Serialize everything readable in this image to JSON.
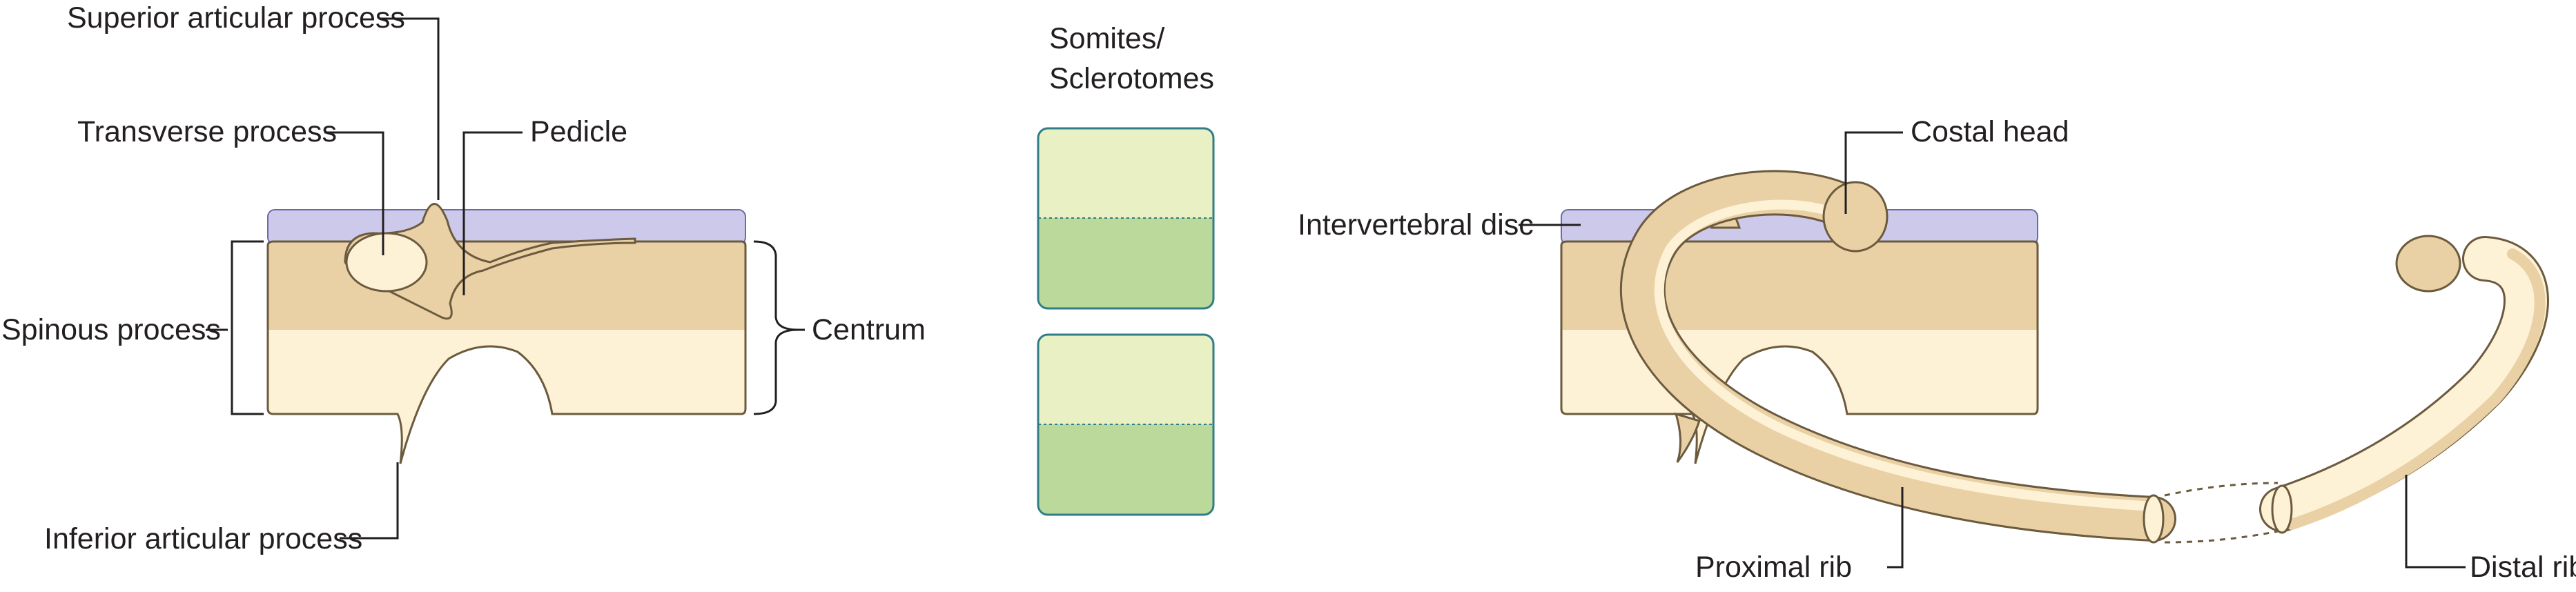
{
  "colors": {
    "disc": "#cdc9ea",
    "disc_stroke": "#6e6aa8",
    "bone_upper": "#e9d0a5",
    "bone_lower": "#fdf1d6",
    "bone_outline": "#6b5a3e",
    "somite_light": "#e8f0c4",
    "somite_dark": "#bcd99c",
    "somite_stroke": "#2f7d86",
    "text": "#231f20"
  },
  "left_panel": {
    "superior_articular_process": "Superior articular process",
    "transverse_process": "Transverse process",
    "pedicle": "Pedicle",
    "spinous_process": "Spinous process",
    "centrum": "Centrum",
    "inferior_articular_process": "Inferior articular process"
  },
  "middle_panel": {
    "title_line1": "Somites/",
    "title_line2": "Sclerotomes",
    "somite_count": 2
  },
  "right_panel": {
    "costal_head": "Costal head",
    "intervertebral_disc": "Intervertebral disc",
    "proximal_rib": "Proximal rib",
    "distal_rib": "Distal rib"
  }
}
